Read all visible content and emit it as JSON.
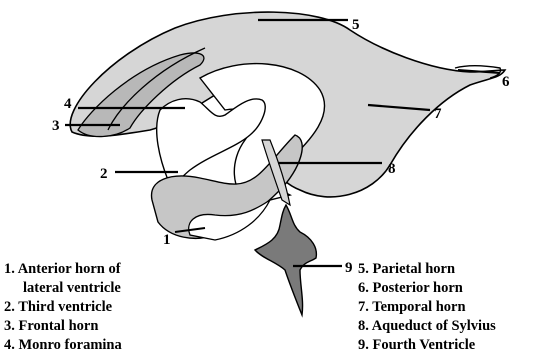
{
  "markers": {
    "m1": "1",
    "m2": "2",
    "m3": "3",
    "m4": "4",
    "m5": "5",
    "m6": "6",
    "m7": "7",
    "m8": "8",
    "m9": "9"
  },
  "legend_left": [
    "1. Anterior horn of",
    "lateral ventricle",
    "2. Third ventricle",
    "3. Frontal horn",
    "4. Monro foramina"
  ],
  "legend_right": [
    "5. Parietal horn",
    "6. Posterior horn",
    "7. Temporal horn",
    "8. Aqueduct of Sylvius",
    "9. Fourth Ventricle"
  ],
  "colors": {
    "light_fill": "#d6d6d6",
    "dark_fill": "#7a7a7a",
    "outline": "#000000"
  }
}
